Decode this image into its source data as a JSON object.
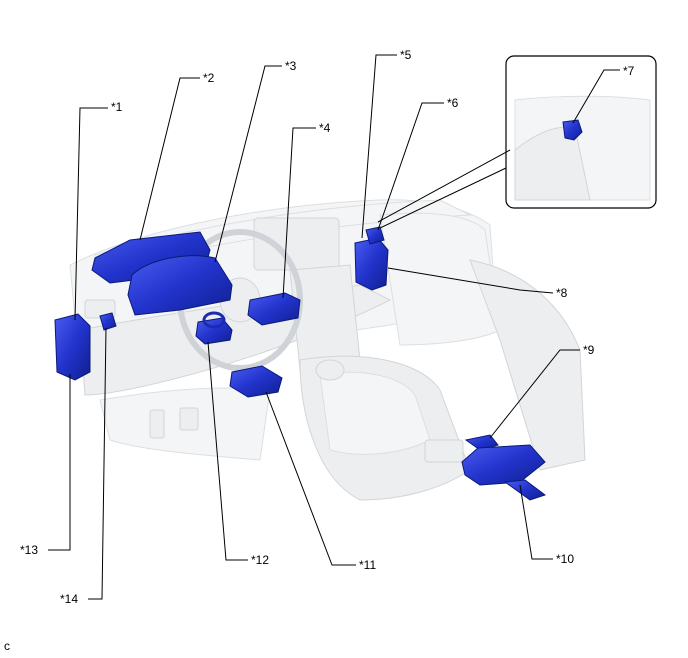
{
  "colors": {
    "component_fill": "#2233cc",
    "component_dark": "#0a1a7a",
    "interior_ghost": "#eceef0",
    "leader_line": "#000000"
  },
  "callouts": {
    "c1": "*1",
    "c2": "*2",
    "c3": "*3",
    "c4": "*4",
    "c5": "*5",
    "c6": "*6",
    "c7": "*7",
    "c8": "*8",
    "c9": "*9",
    "c10": "*10",
    "c11": "*11",
    "c12": "*12",
    "c13": "*13",
    "c14": "*14"
  },
  "figure_code": "c"
}
